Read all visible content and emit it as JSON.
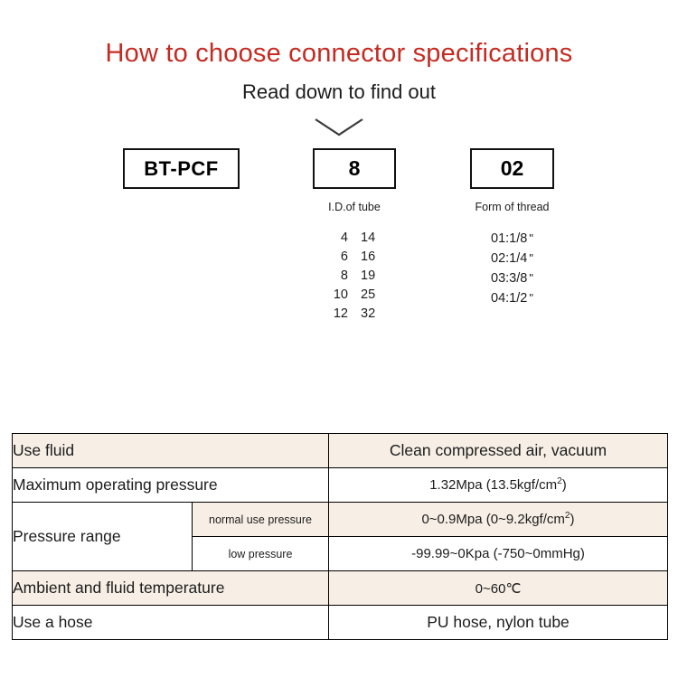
{
  "header": {
    "title": "How to choose connector specifications",
    "subtitle": "Read down to find out",
    "title_color": "#c42b22",
    "chevron_icon": "chevron-down-icon"
  },
  "part_code": {
    "series": {
      "value": "BT-PCF"
    },
    "bore": {
      "value": "8",
      "caption": "I.D.of tube",
      "options": [
        {
          "id": "4",
          "od": "14"
        },
        {
          "id": "6",
          "od": "16"
        },
        {
          "id": "8",
          "od": "19"
        },
        {
          "id": "10",
          "od": "25"
        },
        {
          "id": "12",
          "od": "32"
        }
      ]
    },
    "thread": {
      "value": "02",
      "caption": "Form of thread",
      "options": [
        {
          "code": "01:1/8",
          "unit": "\""
        },
        {
          "code": "02:1/4",
          "unit": "\""
        },
        {
          "code": "03:3/8",
          "unit": "\""
        },
        {
          "code": "04:1/2",
          "unit": "\""
        }
      ]
    }
  },
  "spec_table": {
    "tint_color": "#f7efe6",
    "rows": [
      {
        "label": "Use fluid",
        "value": "Clean compressed air, vacuum"
      },
      {
        "label": "Maximum operating pressure",
        "value_prefix": "1.32Mpa  (13.5kgf/cm",
        "value_sup": "2",
        "value_suffix": ")"
      },
      {
        "label": "Pressure range",
        "sub_label_1": "normal use pressure",
        "value_1_prefix": "0~0.9Mpa  (0~9.2kgf/cm",
        "value_1_sup": "2",
        "value_1_suffix": ")",
        "sub_label_2": "low pressure",
        "value_2": "-99.99~0Kpa  (-750~0mmHg)"
      },
      {
        "label": "Ambient and fluid temperature",
        "value": "0~60℃"
      },
      {
        "label": "Use a hose",
        "value": "PU hose, nylon tube"
      }
    ]
  }
}
